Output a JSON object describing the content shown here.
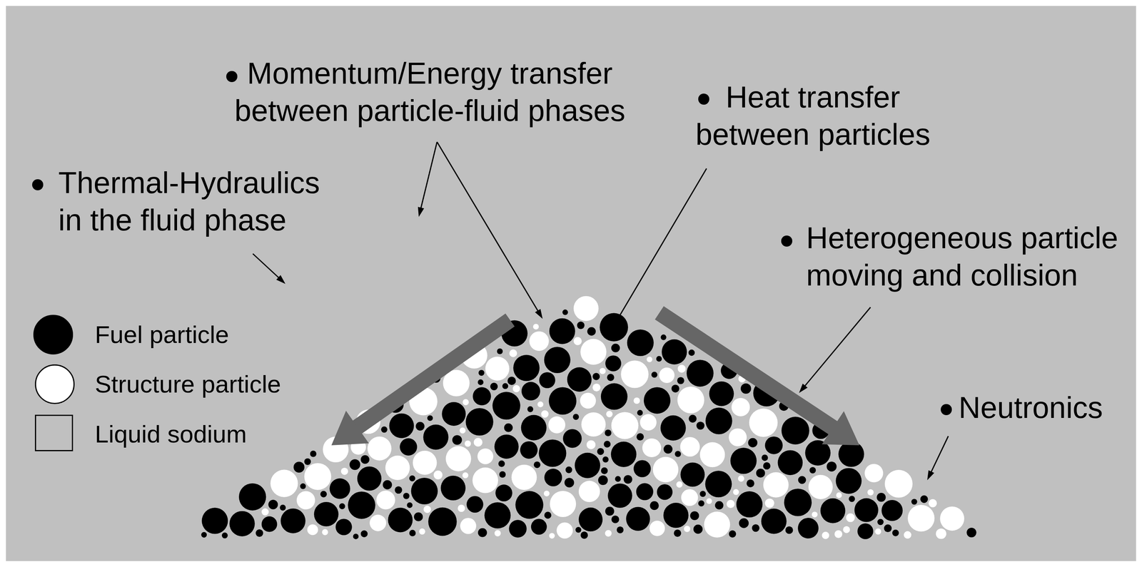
{
  "diagram": {
    "labels": [
      "Momentum/Energy transfer between particle-fluid phases",
      "Heat transfer between particles",
      "Thermal-Hydraulics in the fluid phase",
      "Heterogeneous particle moving and collision",
      "Neutronics"
    ],
    "legend": [
      {
        "text": "Fuel particle",
        "color": "#000000"
      },
      {
        "text": "Structure particle",
        "color": "#ffffff"
      },
      {
        "text": "Liquid sodium",
        "color": "#c0c0c0"
      }
    ]
  }
}
